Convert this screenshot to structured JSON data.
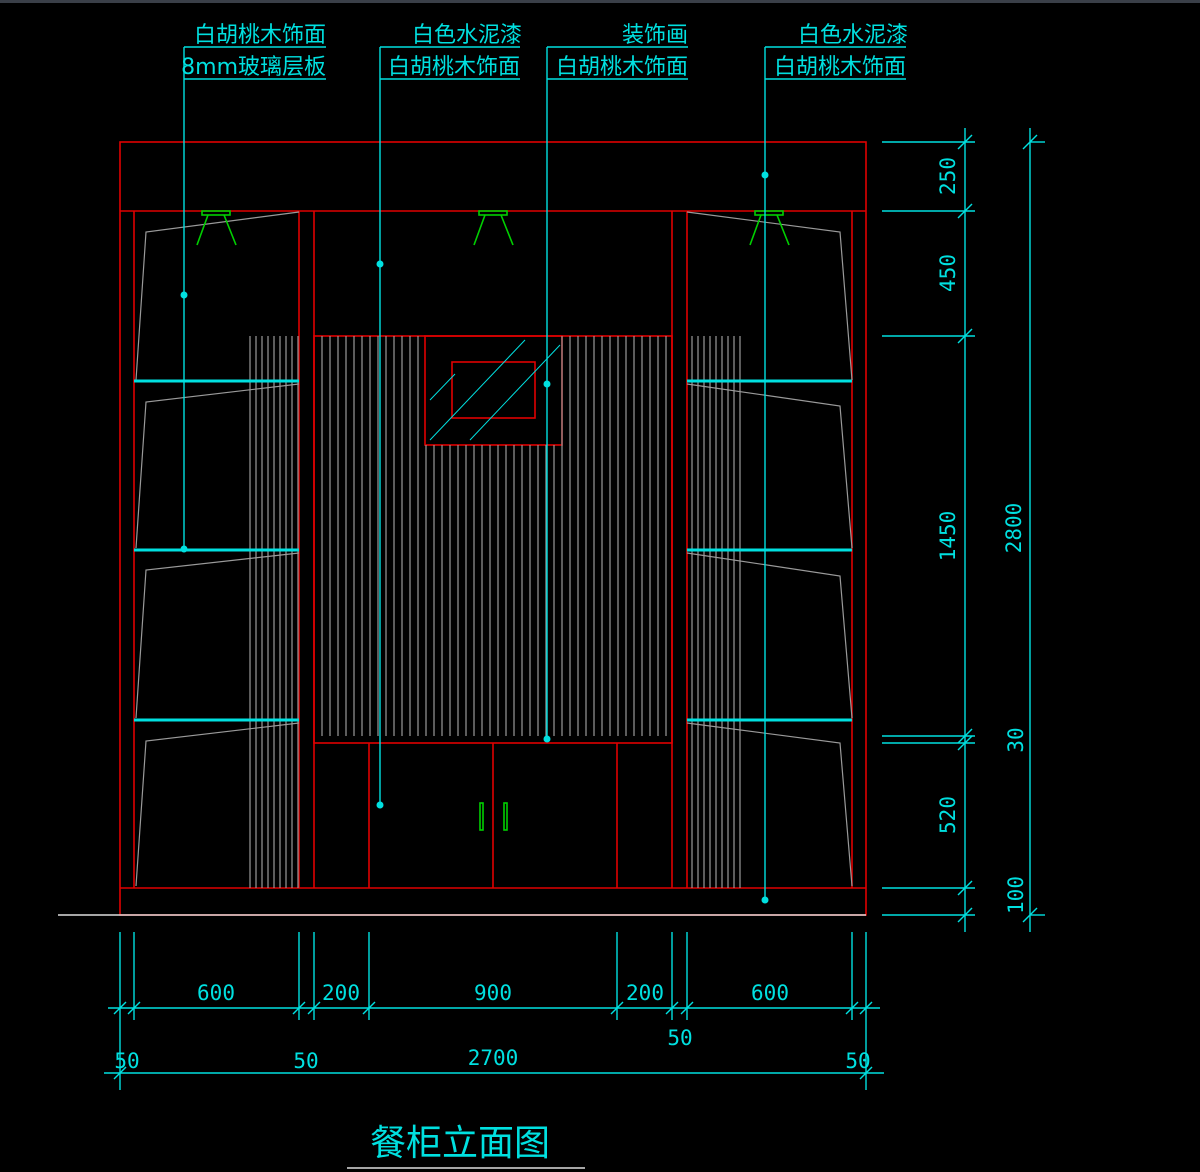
{
  "drawing": {
    "title": "餐柜立面图",
    "colors": {
      "background": "#000000",
      "outline": "#e00000",
      "annotation": "#00e0e0",
      "fixture": "#00d000",
      "hatch": "#9a9a9a"
    },
    "callouts": [
      {
        "top": "白胡桃木饰面",
        "bottom": "8mm玻璃层板"
      },
      {
        "top": "白色水泥漆",
        "bottom": "白胡桃木饰面"
      },
      {
        "top": "装饰画",
        "bottom": "白胡桃木饰面"
      },
      {
        "top": "白色水泥漆",
        "bottom": "白胡桃木饰面"
      }
    ],
    "vertical_dims": {
      "d1": "250",
      "d2": "450",
      "d3": "1450",
      "d4": "520",
      "total": "2800",
      "d5": "30",
      "d6": "100"
    },
    "horizontal_dims": {
      "w1": "600",
      "w2": "200",
      "w3": "900",
      "w4": "200",
      "w5": "600",
      "w6": "50",
      "o1": "50",
      "o2": "50",
      "total": "2700",
      "o3": "50"
    }
  }
}
